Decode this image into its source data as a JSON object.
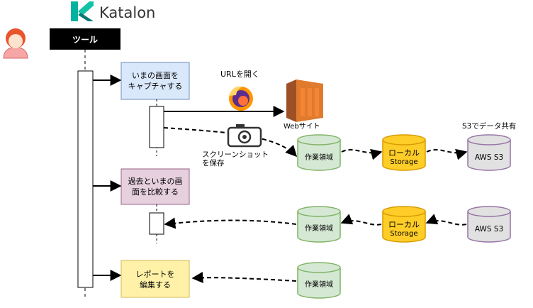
{
  "brand": {
    "name": "Katalon"
  },
  "lifeline": {
    "title": "ツール"
  },
  "steps": {
    "capture": {
      "line1": "いまの画面を",
      "line2": "キャプチャする"
    },
    "compare": {
      "line1": "過去といまの画",
      "line2": "面を比較する"
    },
    "report": {
      "line1": "レポートを",
      "line2": "編集する"
    }
  },
  "labels": {
    "open_url": "URLを開く",
    "website": "Webサイト",
    "screenshot_line1": "スクリーンショット",
    "screenshot_line2": "を保存",
    "s3_share": "S3でデータ共有"
  },
  "stores": {
    "work_area": "作業領域",
    "local_line1": "ローカル",
    "local_line2": "Storage",
    "aws": "AWS S3"
  },
  "colors": {
    "capture_fill": "#dae8fc",
    "capture_stroke": "#6c8ebf",
    "compare_fill": "#e6d0de",
    "compare_stroke": "#996185",
    "report_fill": "#fff2a8",
    "report_stroke": "#d6b656",
    "green_fill": "#d5e8d4",
    "green_stroke": "#82b366",
    "orange_fill": "#ffcd28",
    "orange_stroke": "#d79b00",
    "gray_fill": "#e1e1e1",
    "purple_stroke": "#9673a6"
  }
}
